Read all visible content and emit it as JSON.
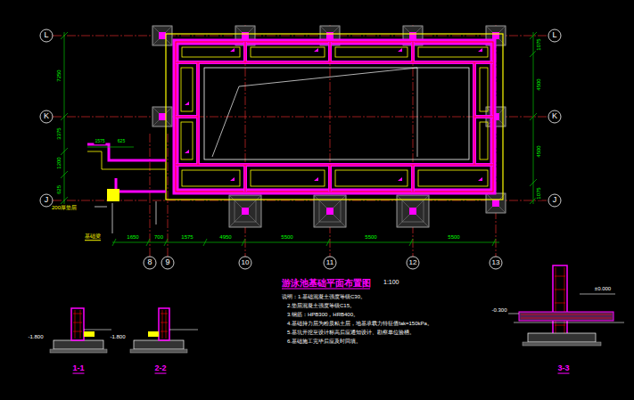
{
  "diagram": {
    "title": "游泳池基础平面布置图",
    "labels": [
      "L",
      "K",
      "J",
      "L",
      "K",
      "J",
      "8",
      "9",
      "10",
      "11",
      "12",
      "13",
      "1650",
      "700",
      "1575",
      "4950",
      "5500",
      "5500",
      "5500",
      "7250",
      "3375",
      "1200",
      "625",
      "1075",
      "4500",
      "4500",
      "1075",
      "1575",
      "625",
      "200厚垫层",
      "基础梁",
      "1:100",
      "说明：1.基础混凝土强度等级C30。",
      "2.垫层混凝土强度等级C15。",
      "3.钢筋：HPB300，HRB400。",
      "4.基础持力层为粉质粘土层，地基承载力特征值fak=150kPa。",
      "5.基坑开挖至设计标高后应通知设计、勘察单位验槽。",
      "6.基础施工完毕后应及时回填。",
      "1-1",
      "2-2",
      "3-3",
      "-1.800",
      "-1.800",
      "-0.300",
      "±0.000"
    ]
  }
}
